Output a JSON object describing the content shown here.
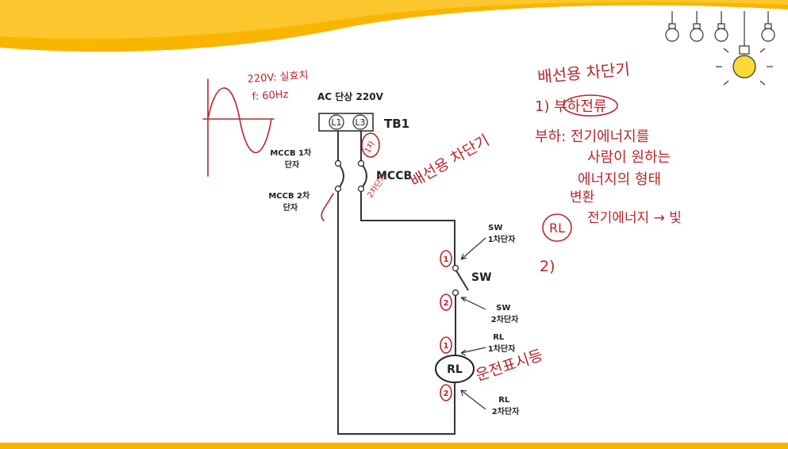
{
  "colors": {
    "banner": "#f9b500",
    "ink": "#b8262b",
    "line": "#333333"
  },
  "icons": [
    "hanging-bulb-icon",
    "lit-bulb-icon"
  ],
  "diagram": {
    "source_label": "AC 단상 220V",
    "terminal_block": {
      "name": "TB1",
      "terminals": [
        "L1",
        "L3"
      ]
    },
    "mccb": {
      "name": "MCCB",
      "primary_label": "MCCB 1차\n단자",
      "secondary_label": "MCCB 2차\n단자"
    },
    "sw": {
      "name": "SW",
      "primary_label": "SW\n1차단자",
      "secondary_label": "SW\n2차단자"
    },
    "rl": {
      "name": "RL",
      "primary_label": "RL\n1차단자",
      "secondary_label": "RL\n2차단자"
    },
    "point_marks": [
      "1",
      "2",
      "1",
      "2"
    ]
  },
  "handwriting": {
    "source_note_1": "220V: 실효치",
    "source_note_2": "f: 60Hz",
    "mccb_primary": "1차",
    "mccb_secondary": "2차단자",
    "mccb_purpose": "배선용 차단기",
    "title": "배선용 차단기",
    "item1": "1) 부하전류",
    "load_line1": "부하: 전기에너지를",
    "load_line2": "사람이 원하는",
    "load_line3": "에너지의 형태",
    "load_line4": "변환",
    "rl_circle": "RL",
    "rl_note": "전기에너지 → 빛",
    "item2": "2)",
    "rl_meaning": "운전표시등"
  }
}
